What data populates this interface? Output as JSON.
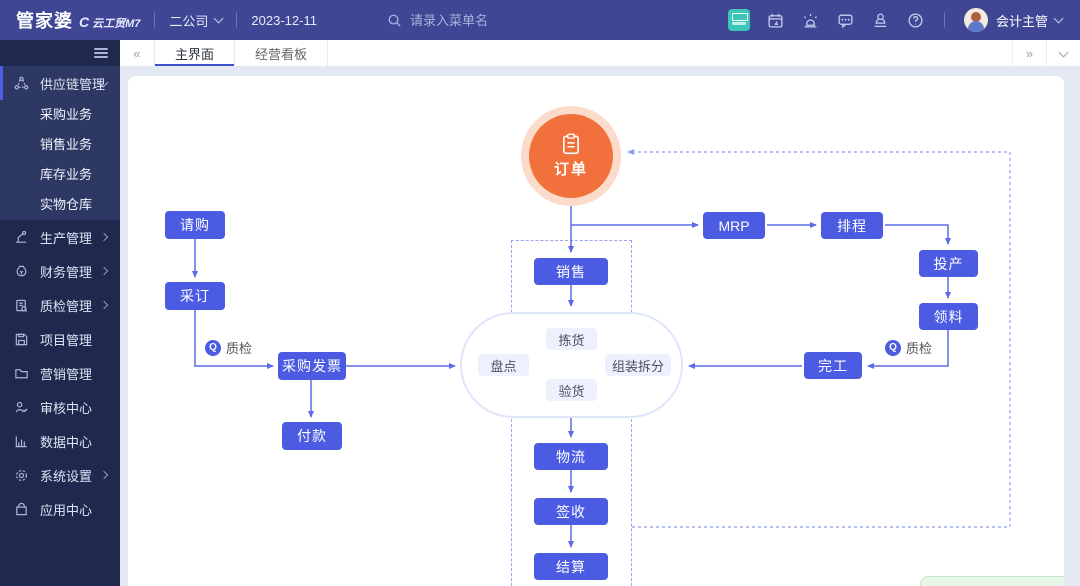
{
  "topbar": {
    "logo_main": "管家婆",
    "logo_swoosh": "Ϲ",
    "logo_sub": "云工贸M7",
    "company": "二公司",
    "date": "2023-12-11",
    "search_placeholder": "请录入菜单名",
    "user_name": "会计主管"
  },
  "tabbar": {
    "back_icon": "«",
    "forward_icon": "»",
    "tabs": [
      "主界面",
      "经营看板"
    ]
  },
  "sidebar": {
    "groups": [
      {
        "label": "供应链管理",
        "expanded": true,
        "children": [
          "采购业务",
          "销售业务",
          "库存业务",
          "实物仓库"
        ]
      },
      {
        "label": "生产管理",
        "has_children": true
      },
      {
        "label": "财务管理",
        "has_children": true
      },
      {
        "label": "质检管理",
        "has_children": true
      },
      {
        "label": "项目管理"
      },
      {
        "label": "营销管理"
      },
      {
        "label": "审核中心"
      },
      {
        "label": "数据中心"
      },
      {
        "label": "系统设置",
        "has_children": true
      },
      {
        "label": "应用中心"
      }
    ]
  },
  "flowchart": {
    "qc_label": "质检",
    "qc_icon_glyph": "Q",
    "nodes": {
      "dingdan": {
        "label": "订单"
      },
      "qinggou": {
        "label": "请购"
      },
      "caiding": {
        "label": "采订"
      },
      "caigoufapiao": {
        "label": "采购发票"
      },
      "fukuan": {
        "label": "付款"
      },
      "xiaoshou": {
        "label": "销售"
      },
      "jianhuo": {
        "label": "拣货"
      },
      "pandian": {
        "label": "盘点"
      },
      "zuzhuangchaifen": {
        "label": "组装拆分"
      },
      "yanhuo": {
        "label": "验货"
      },
      "wuliu": {
        "label": "物流"
      },
      "qianshou": {
        "label": "签收"
      },
      "jiesuan": {
        "label": "结算"
      },
      "mrp": {
        "label": "MRP"
      },
      "paicheng": {
        "label": "排程"
      },
      "touchan": {
        "label": "投产"
      },
      "lingliao": {
        "label": "领料"
      },
      "wangong": {
        "label": "完工"
      }
    }
  },
  "colors": {
    "topbar_bg": "#3f4795",
    "sidebar_bg": "#1e294d",
    "sidebar_active_bg": "#2e3963",
    "sidebar_active_bar": "#4f5fe6",
    "node_blue": "#4c5ce2",
    "arrow_blue": "#5b6be8",
    "dashed_line": "#9aa7ef",
    "order_orange": "#f1703b",
    "order_halo": "#fbdcca",
    "pill_bg": "#edf1fd",
    "assistant_teal": "#3dc5b7",
    "tab_underline": "#3c50c8",
    "band_bg": "#e4e8f3",
    "green_box_bg": "#e7f6e8"
  }
}
